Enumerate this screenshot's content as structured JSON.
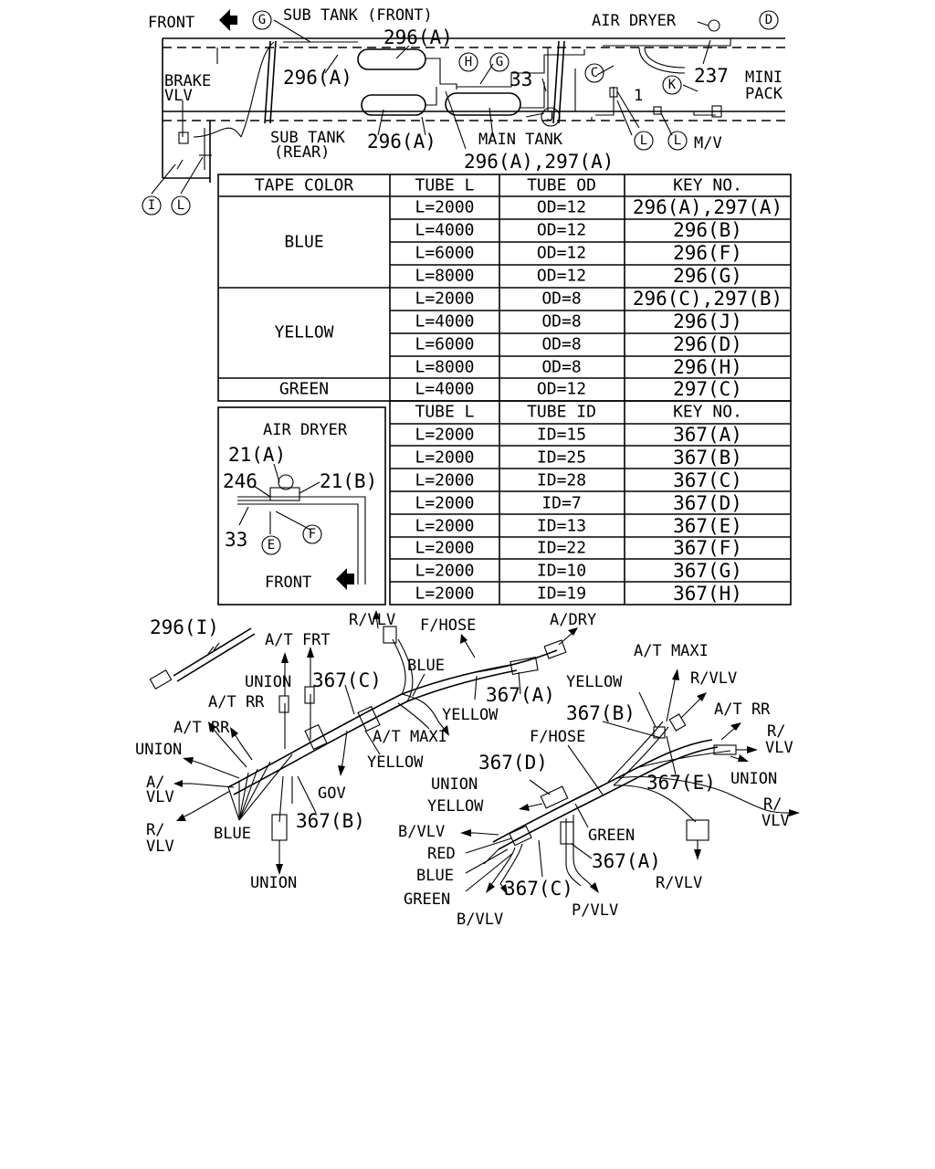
{
  "frame_diagram": {
    "labels": {
      "front": "FRONT",
      "sub_tank_front": "SUB TANK (FRONT)",
      "air_dryer": "AIR DRYER",
      "key_296a_top": "296(A)",
      "key_296a_left": "296(A)",
      "key_33": "33",
      "key_237": "237",
      "mini": "MINI",
      "pack": "PACK",
      "brake": "BRAKE",
      "vlv": "VLV",
      "key_1": "1",
      "sub_tank_rear_1": "SUB TANK",
      "sub_tank_rear_2": "(REAR)",
      "key_296a_bottom": "296(A)",
      "main_tank": "MAIN TANK",
      "key_296a_297a": "296(A),297(A)",
      "mv": "M/V"
    },
    "markers": [
      "G",
      "D",
      "H",
      "G",
      "C",
      "K",
      "J",
      "L",
      "L",
      "I",
      "L"
    ]
  },
  "table_od": {
    "headers": [
      "TAPE COLOR",
      "TUBE L",
      "TUBE OD",
      "KEY NO."
    ],
    "groups": [
      {
        "color": "BLUE",
        "rows": [
          [
            "L=2000",
            "OD=12",
            "296(A),297(A)"
          ],
          [
            "L=4000",
            "OD=12",
            "296(B)"
          ],
          [
            "L=6000",
            "OD=12",
            "296(F)"
          ],
          [
            "L=8000",
            "OD=12",
            "296(G)"
          ]
        ]
      },
      {
        "color": "YELLOW",
        "rows": [
          [
            "L=2000",
            "OD=8",
            "296(C),297(B)"
          ],
          [
            "L=4000",
            "OD=8",
            "296(J)"
          ],
          [
            "L=6000",
            "OD=8",
            "296(D)"
          ],
          [
            "L=8000",
            "OD=8",
            "296(H)"
          ]
        ]
      },
      {
        "color": "GREEN",
        "rows": [
          [
            "L=4000",
            "OD=12",
            "297(C)"
          ]
        ]
      }
    ]
  },
  "table_id": {
    "headers": [
      "TUBE L",
      "TUBE ID",
      "KEY NO."
    ],
    "rows": [
      [
        "L=2000",
        "ID=15",
        "367(A)"
      ],
      [
        "L=2000",
        "ID=25",
        "367(B)"
      ],
      [
        "L=2000",
        "ID=28",
        "367(C)"
      ],
      [
        "L=2000",
        "ID=7",
        "367(D)"
      ],
      [
        "L=2000",
        "ID=13",
        "367(E)"
      ],
      [
        "L=2000",
        "ID=22",
        "367(F)"
      ],
      [
        "L=2000",
        "ID=10",
        "367(G)"
      ],
      [
        "L=2000",
        "ID=19",
        "367(H)"
      ]
    ]
  },
  "inset": {
    "air_dryer": "AIR DRYER",
    "key_21a": "21(A)",
    "key_246": "246",
    "key_21b": "21(B)",
    "key_33": "33",
    "marker_e": "E",
    "marker_f": "F",
    "front": "FRONT"
  },
  "harness_left": {
    "key_296i": "296(I)",
    "r_vlv": "R/VLV",
    "f_hose": "F/HOSE",
    "a_dry": "A/DRY",
    "at_frt": "A/T FRT",
    "blue_top": "BLUE",
    "union_top": "UNION",
    "key_367c": "367(C)",
    "key_367a": "367(A)",
    "at_rr_1": "A/T RR",
    "yellow_1": "YELLOW",
    "at_rr_2": "A/T RR",
    "at_maxi": "A/T MAXI",
    "union_left": "UNION",
    "yellow_2": "YELLOW",
    "a_slash": "A/",
    "vlv_1": "VLV",
    "gov": "GOV",
    "r_slash": "R/",
    "vlv_2": "VLV",
    "blue_bottom": "BLUE",
    "key_367b": "367(B)",
    "union_bottom": "UNION"
  },
  "harness_right": {
    "at_maxi": "A/T MAXI",
    "yellow_top": "YELLOW",
    "r_vlv_1": "R/VLV",
    "key_367b": "367(B)",
    "at_rr": "A/T RR",
    "f_hose": "F/HOSE",
    "r_slash_1": "R/",
    "vlv_1": "VLV",
    "key_367d": "367(D)",
    "key_367e": "367(E)",
    "union_right": "UNION",
    "union_left": "UNION",
    "yellow_left": "YELLOW",
    "r_slash_2": "R/",
    "vlv_2": "VLV",
    "b_vlv_1": "B/VLV",
    "green_1": "GREEN",
    "red": "RED",
    "key_367a": "367(A)",
    "blue": "BLUE",
    "r_vlv_2": "R/VLV",
    "green_2": "GREEN",
    "key_367c": "367(C)",
    "p_vlv": "P/VLV",
    "b_vlv_2": "B/VLV"
  }
}
